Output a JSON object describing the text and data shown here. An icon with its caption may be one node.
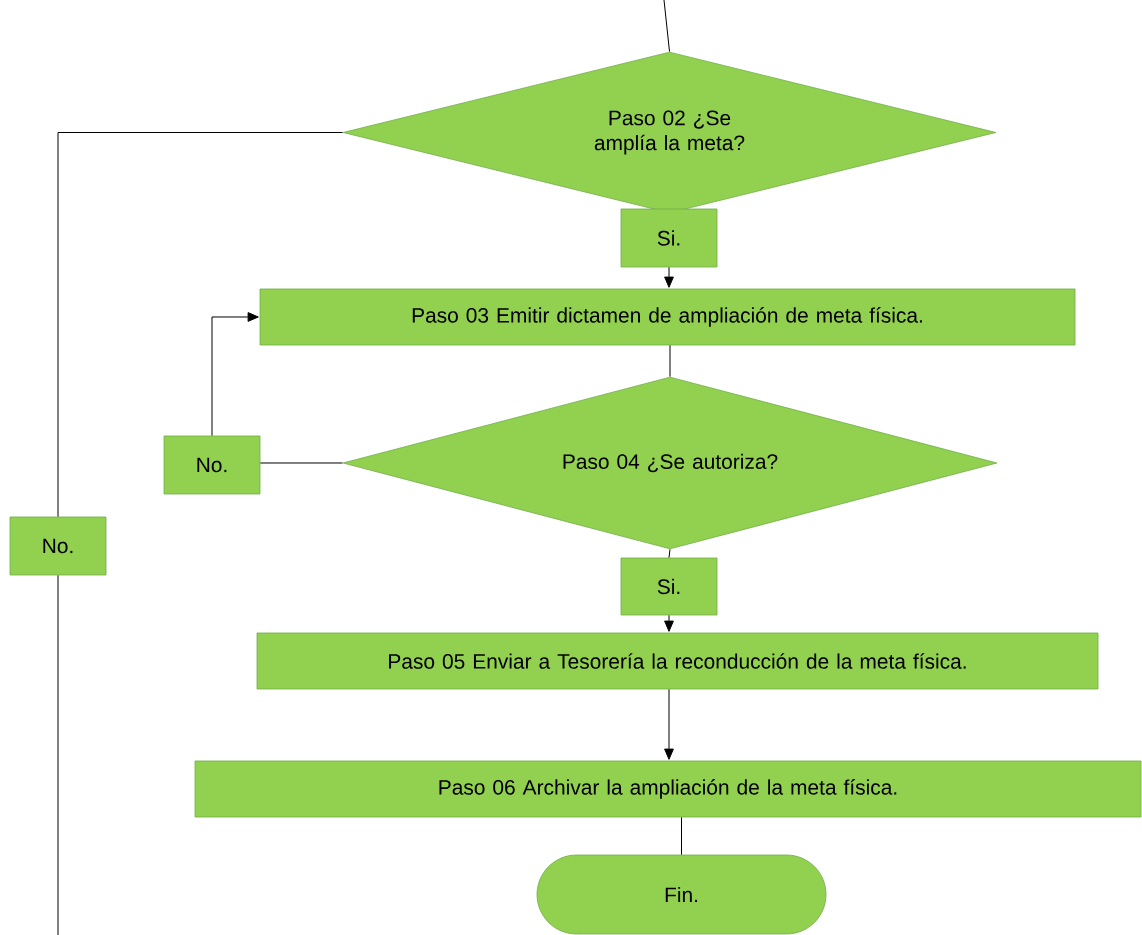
{
  "diagram": {
    "nodes": [
      {
        "text": [
          "Paso 02 ¿Se amplía la meta?"
        ]
      },
      {
        "text": [
          "Si."
        ]
      },
      {
        "text": [
          "Paso 03 Emitir dictamen de ampliación de meta física."
        ]
      },
      {
        "text": [
          "Paso 04 ¿Se autoriza?"
        ]
      },
      {
        "text": [
          "No."
        ]
      },
      {
        "text": [
          "Si."
        ]
      },
      {
        "text": [
          "Paso 05 Enviar a Tesorería la reconducción de la meta física."
        ]
      },
      {
        "text": [
          "Paso 06 Archivar la ampliación de la meta física."
        ]
      },
      {
        "text": [
          "Fin."
        ]
      },
      {
        "text": [
          "No."
        ]
      }
    ],
    "edges": [
      {
        "from": null,
        "to": 0,
        "arrow": "none"
      },
      {
        "from": 1,
        "to": 2,
        "arrow": "to"
      },
      {
        "from": 2,
        "to": 3,
        "arrow": "none"
      },
      {
        "from": 3,
        "to": 4,
        "arrow": "none"
      },
      {
        "from": 4,
        "to": 2,
        "arrow": "to"
      },
      {
        "from": 3,
        "to": 5,
        "arrow": "none"
      },
      {
        "from": 5,
        "to": 6,
        "arrow": "to"
      },
      {
        "from": 6,
        "to": 7,
        "arrow": "to"
      },
      {
        "from": 7,
        "to": 8,
        "arrow": "none"
      },
      {
        "from": 0,
        "to": 9,
        "arrow": "none"
      },
      {
        "from": 9,
        "to": null,
        "arrow": "none"
      }
    ]
  }
}
